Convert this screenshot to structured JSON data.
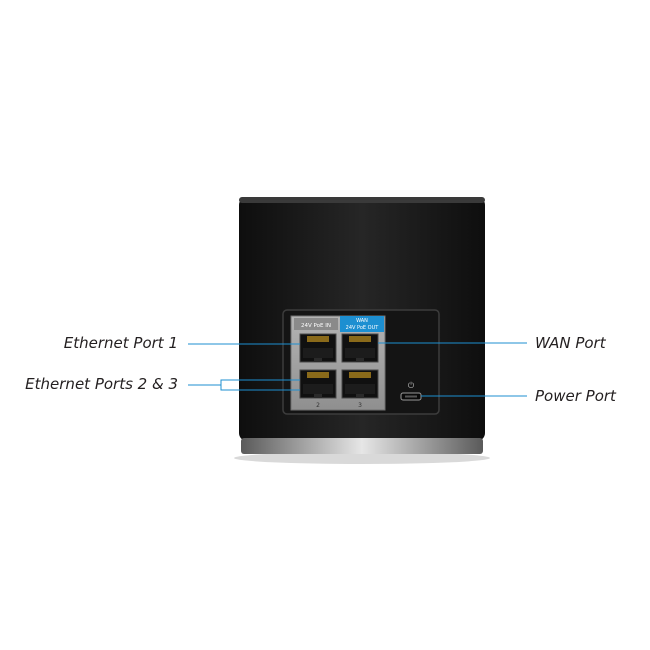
{
  "callouts": {
    "ethernet_port_1": "Ethernet Port 1",
    "ethernet_ports_2_3": "Ethernet Ports 2 & 3",
    "wan_port": "WAN Port",
    "power_port": "Power Port"
  },
  "device": {
    "label_poe_in": "24V PoE IN",
    "label_wan": "WAN",
    "label_poe_out": "24V PoE OUT",
    "port_number_2": "2",
    "port_number_3": "3",
    "power_symbol": "⏻"
  },
  "colors": {
    "device_body": "#1b1b1b",
    "port_panel": "#a9a9a9",
    "wan_label_bg": "#1d8fd1",
    "callout_line": "#1d8fd1",
    "callout_text": "#231f20"
  }
}
